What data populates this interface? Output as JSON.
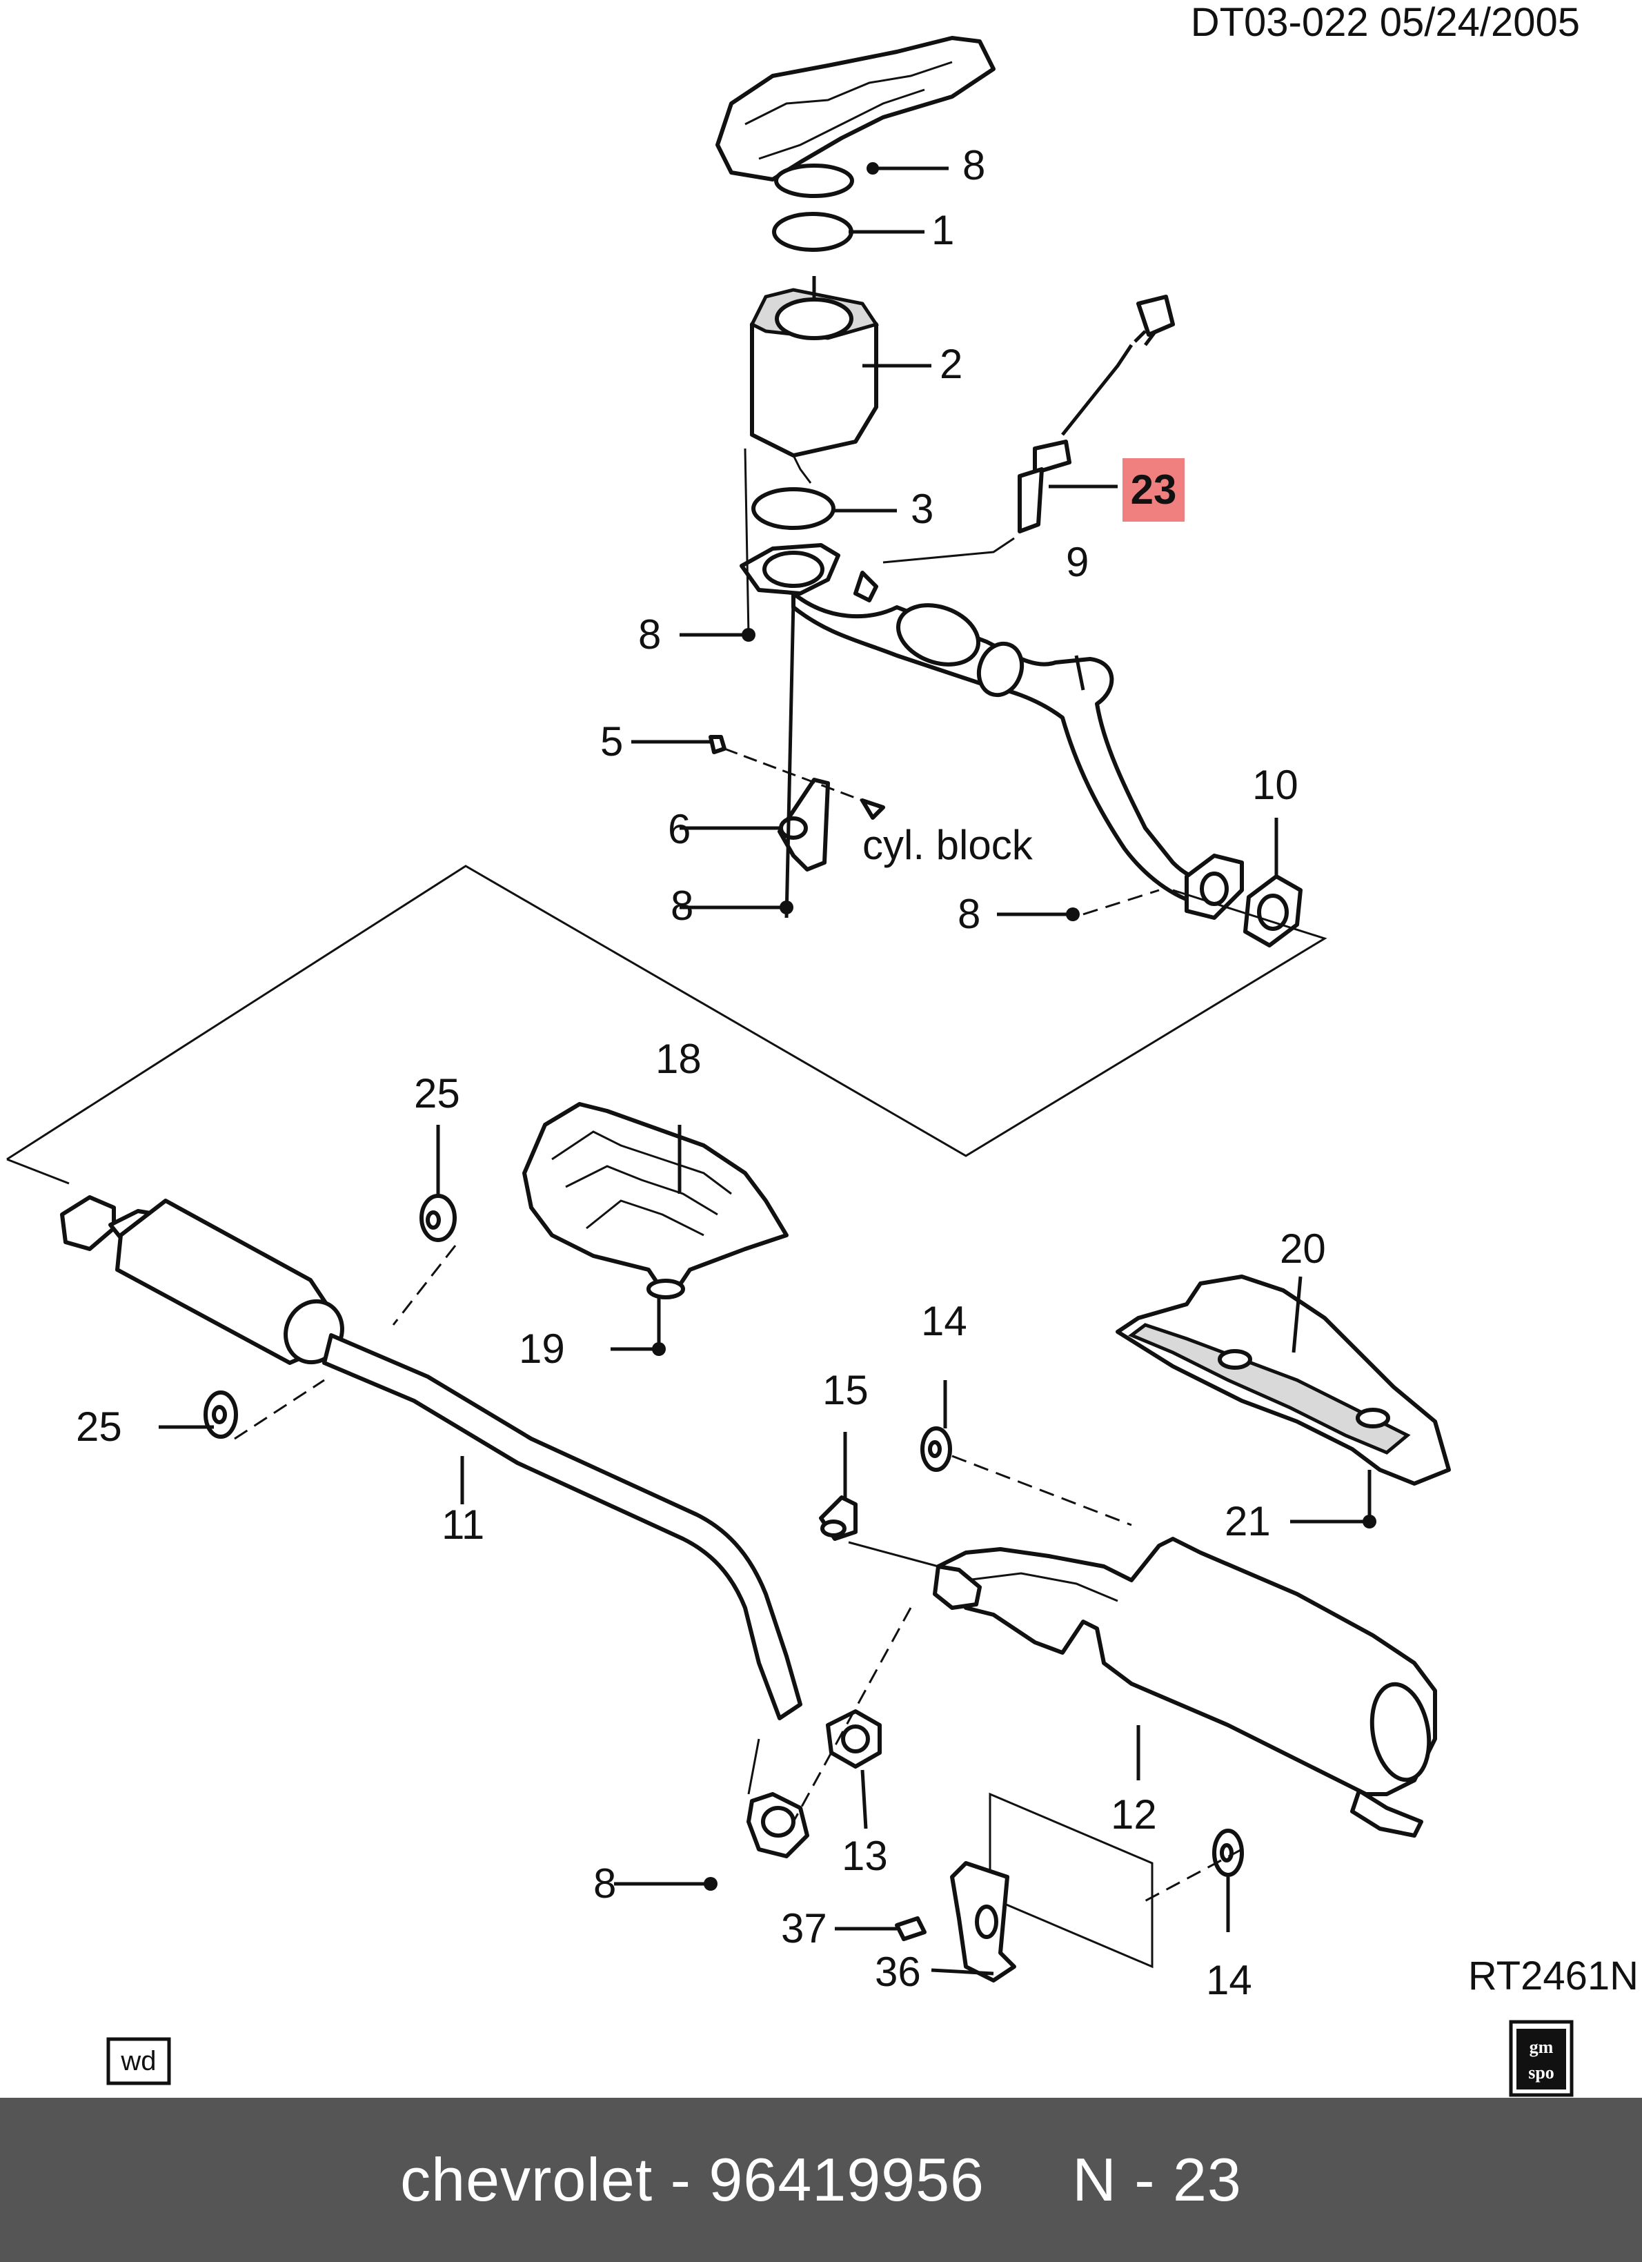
{
  "header": {
    "doc_code": "DT03-022  05/24/2005"
  },
  "diagram": {
    "ref_code": "RT2461N",
    "note_cyl_block": "cyl. block",
    "badge_wd": "wd",
    "logo_text_top": "gm",
    "logo_text_bottom": "spo",
    "highlight_color": "#f08080",
    "labels": {
      "p1": "1",
      "p2": "2",
      "p3": "3",
      "p5": "5",
      "p6": "6",
      "p8a": "8",
      "p8b": "8",
      "p8c": "8",
      "p8d": "8",
      "p8e": "8",
      "p9": "9",
      "p10": "10",
      "p11": "11",
      "p12": "12",
      "p13": "13",
      "p14a": "14",
      "p14b": "14",
      "p15": "15",
      "p18": "18",
      "p19": "19",
      "p20": "20",
      "p21": "21",
      "p23": "23",
      "p25a": "25",
      "p25b": "25",
      "p36": "36",
      "p37": "37"
    }
  },
  "footer": {
    "text": "chevrolet - 96419956     N - 23"
  }
}
